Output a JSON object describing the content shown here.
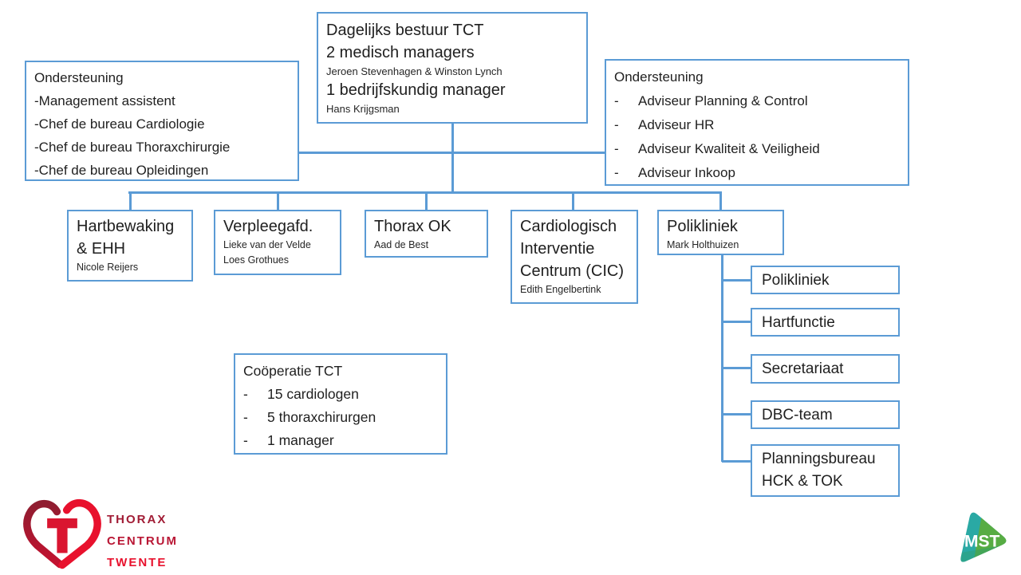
{
  "palette": {
    "line_blue": "#5b9bd5",
    "text_dark": "#1f1f1f",
    "tct_dark_red": "#a11c35",
    "tct_mid_red": "#b91634",
    "tct_bright_red": "#e8112d",
    "mst_teal": "#2aa9a4",
    "mst_green": "#5fad32"
  },
  "chart": {
    "bestuur": {
      "title": "Dagelijks bestuur TCT",
      "role1": "2 medisch managers",
      "names1": "Jeroen Stevenhagen & Winston Lynch",
      "role2": "1 bedrijfskundig manager",
      "names2": "Hans Krijgsman"
    },
    "support_left": {
      "title": "Ondersteuning",
      "items": [
        "-Management assistent",
        "-Chef de bureau Cardiologie",
        "-Chef de bureau Thoraxchirurgie",
        "-Chef de bureau Opleidingen"
      ]
    },
    "support_right": {
      "title": "Ondersteuning",
      "bullet": "-",
      "items": [
        "Adviseur Planning & Control",
        "Adviseur HR",
        "Adviseur Kwaliteit & Veiligheid",
        "Adviseur Inkoop"
      ]
    },
    "units": [
      {
        "name": "Hartbewaking & EHH",
        "managers": [
          "Nicole Reijers"
        ]
      },
      {
        "name": "Verpleegafd.",
        "managers": [
          "Lieke van der Velde",
          "Loes Grothues"
        ]
      },
      {
        "name": "Thorax OK",
        "managers": [
          "Aad de Best"
        ]
      },
      {
        "name": "Cardiologisch Interventie Centrum (CIC)",
        "managers": [
          "Edith Engelbertink"
        ]
      },
      {
        "name": "Polikliniek",
        "managers": [
          "Mark Holthuizen"
        ]
      }
    ],
    "poli_subunits": [
      "Polikliniek",
      "Hartfunctie",
      "Secretariaat",
      "DBC-team",
      "Planningsbureau HCK & TOK"
    ],
    "cooperatie": {
      "title": "Coöperatie TCT",
      "bullet": "-",
      "items": [
        "15 cardiologen",
        "5 thoraxchirurgen",
        "1 manager"
      ]
    }
  },
  "logos": {
    "tct": {
      "letter": "T",
      "line1": "THORAX",
      "line2": "CENTRUM",
      "line3": "TWENTE"
    },
    "mst": {
      "label": "MST"
    }
  }
}
